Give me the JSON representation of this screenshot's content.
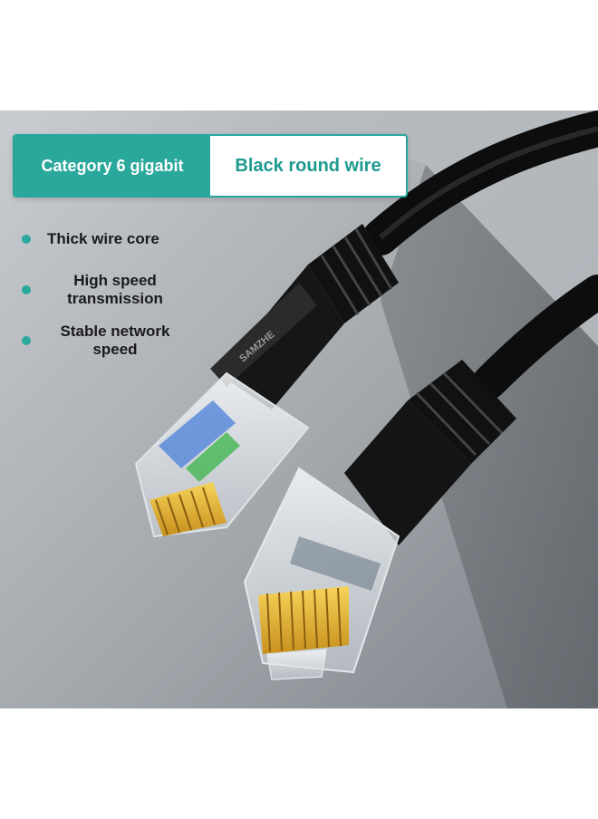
{
  "banner": {
    "left_label": "Category 6 gigabit",
    "right_label": "Black round wire"
  },
  "features": [
    {
      "label": "Thick wire core"
    },
    {
      "label": "High speed transmission"
    },
    {
      "label": "Stable network speed"
    }
  ],
  "connector_brand": "SAMZHE",
  "colors": {
    "accent": "#2aa89b",
    "cable": "#111111",
    "background": "#9ea3a8"
  }
}
